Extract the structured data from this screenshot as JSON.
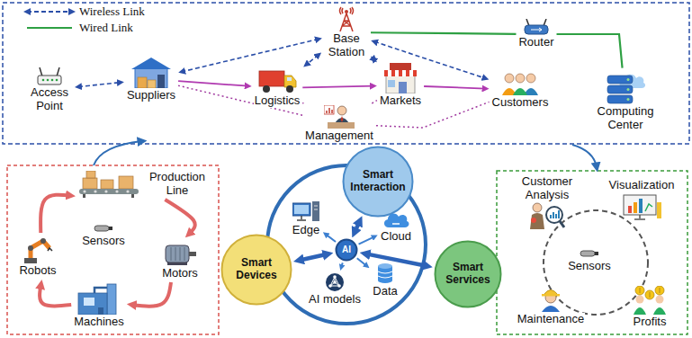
{
  "diagram": {
    "nodes": [
      {
        "text": [
          "Access Point"
        ]
      },
      {
        "text": [
          "Suppliers"
        ]
      },
      {
        "text": [
          "Base Station"
        ]
      },
      {
        "text": [
          "Logistics"
        ]
      },
      {
        "text": [
          "Markets"
        ]
      },
      {
        "text": [
          "Router"
        ]
      },
      {
        "text": [
          "Customers"
        ]
      },
      {
        "text": [
          "Computing Center"
        ]
      },
      {
        "text": [
          "Management"
        ]
      },
      {
        "text": [
          "Production Line"
        ]
      },
      {
        "text": [
          "Sensors"
        ]
      },
      {
        "text": [
          "Motors"
        ]
      },
      {
        "text": [
          "Robots"
        ]
      },
      {
        "text": [
          "Machines"
        ]
      },
      {
        "text": [
          "Smart Interaction"
        ]
      },
      {
        "text": [
          "Edge"
        ]
      },
      {
        "text": [
          "Cloud"
        ]
      },
      {
        "text": [
          "AI"
        ]
      },
      {
        "text": [
          "Smart Devices"
        ]
      },
      {
        "text": [
          "Smart Services"
        ]
      },
      {
        "text": [
          "AI models"
        ]
      },
      {
        "text": [
          "Data"
        ]
      },
      {
        "text": [
          "Customer Analysis"
        ]
      },
      {
        "text": [
          "Visualization"
        ]
      },
      {
        "text": [
          "Sensors"
        ]
      },
      {
        "text": [
          "Maintenance"
        ]
      },
      {
        "text": [
          "Profits"
        ]
      }
    ],
    "edges": [
      {
        "from": 0,
        "to": 1,
        "arrow": "both"
      },
      {
        "from": 2,
        "to": 1,
        "arrow": "both"
      },
      {
        "from": 2,
        "to": 3,
        "arrow": "both"
      },
      {
        "from": 2,
        "to": 4,
        "arrow": "both"
      },
      {
        "from": 2,
        "to": 6,
        "arrow": "both"
      },
      {
        "from": 2,
        "to": 5,
        "arrow": "none"
      },
      {
        "from": 5,
        "to": 7,
        "arrow": "none"
      },
      {
        "from": 1,
        "to": 3,
        "arrow": "to"
      },
      {
        "from": 3,
        "to": 4,
        "arrow": "to"
      },
      {
        "from": 4,
        "to": 6,
        "arrow": "to"
      },
      {
        "from": 8,
        "to": 1,
        "arrow": "none"
      },
      {
        "from": 8,
        "to": 3,
        "arrow": "none"
      },
      {
        "from": 8,
        "to": 4,
        "arrow": "none"
      },
      {
        "from": 8,
        "to": 6,
        "arrow": "none"
      },
      {
        "from": 9,
        "to": 11,
        "arrow": "to"
      },
      {
        "from": 11,
        "to": 13,
        "arrow": "to"
      },
      {
        "from": 13,
        "to": 12,
        "arrow": "to"
      },
      {
        "from": 12,
        "to": 9,
        "arrow": "to"
      },
      {
        "from": 14,
        "to": 17,
        "arrow": "both"
      },
      {
        "from": 18,
        "to": 17,
        "arrow": "both"
      },
      {
        "from": 19,
        "to": 17,
        "arrow": "both"
      },
      {
        "from": 17,
        "to": 15,
        "arrow": "to"
      },
      {
        "from": 17,
        "to": 16,
        "arrow": "to"
      },
      {
        "from": 17,
        "to": 20,
        "arrow": "to"
      },
      {
        "from": 17,
        "to": 21,
        "arrow": "to"
      }
    ],
    "legend": [
      {
        "text": "Wireless Link"
      },
      {
        "text": "Wired Link"
      }
    ]
  }
}
